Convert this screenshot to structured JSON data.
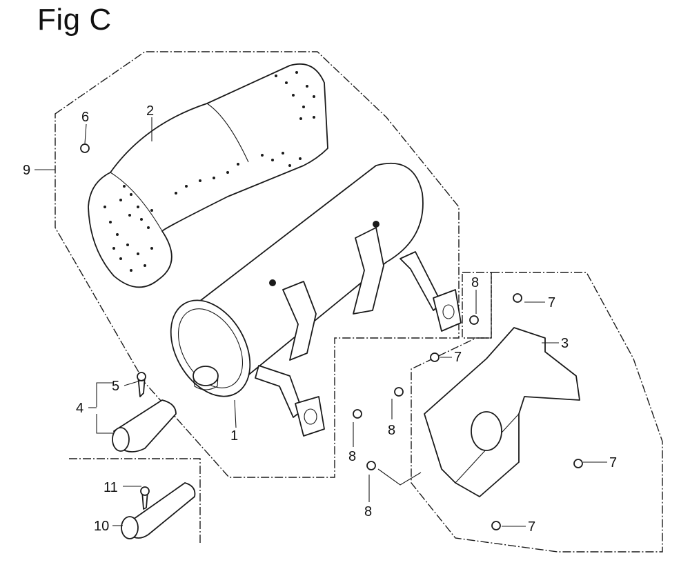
{
  "figure": {
    "title": "Fig C"
  },
  "callouts": [
    {
      "id": "c1",
      "label": "1"
    },
    {
      "id": "c2",
      "label": "2"
    },
    {
      "id": "c3",
      "label": "3"
    },
    {
      "id": "c4",
      "label": "4"
    },
    {
      "id": "c5",
      "label": "5"
    },
    {
      "id": "c6",
      "label": "6"
    },
    {
      "id": "c7a",
      "label": "7"
    },
    {
      "id": "c7b",
      "label": "7"
    },
    {
      "id": "c7c",
      "label": "7"
    },
    {
      "id": "c7d",
      "label": "7"
    },
    {
      "id": "c8a",
      "label": "8"
    },
    {
      "id": "c8b",
      "label": "8"
    },
    {
      "id": "c8c",
      "label": "8"
    },
    {
      "id": "c8d",
      "label": "8"
    },
    {
      "id": "c9",
      "label": "9"
    },
    {
      "id": "c10",
      "label": "10"
    },
    {
      "id": "c11",
      "label": "11"
    }
  ]
}
